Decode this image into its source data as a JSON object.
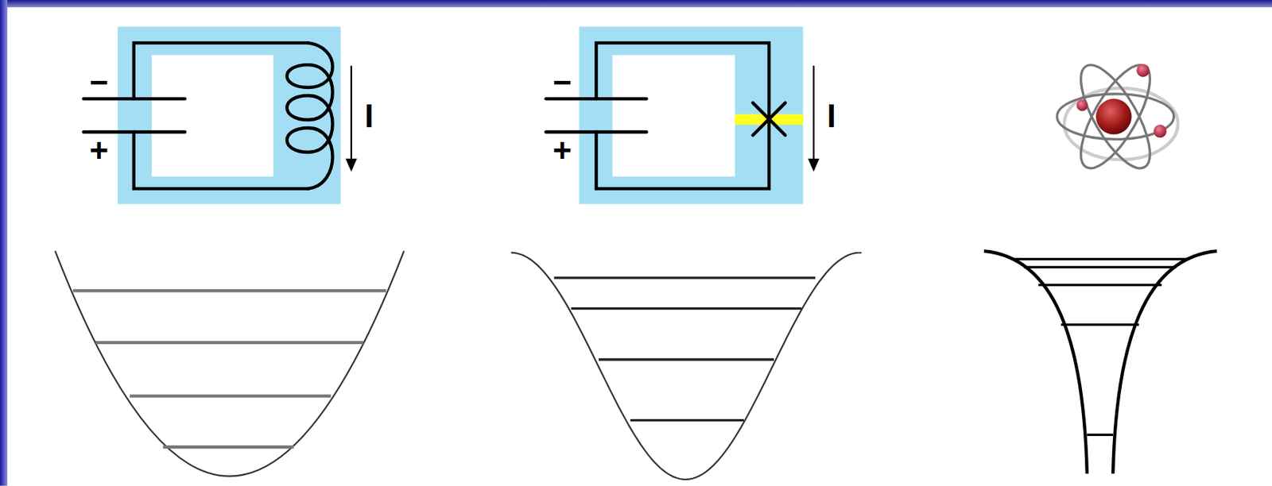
{
  "diagram": {
    "labels": [
      "−",
      "+",
      "I",
      "−",
      "+",
      "I"
    ]
  }
}
